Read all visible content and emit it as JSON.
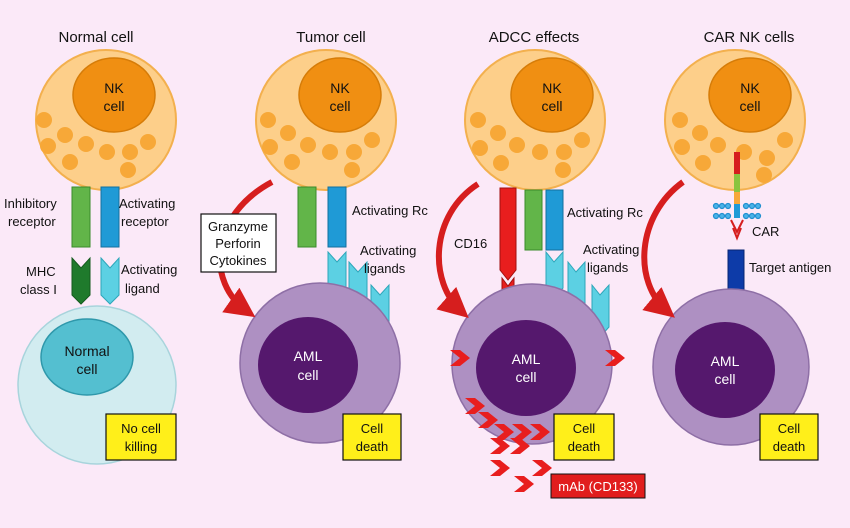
{
  "panels": {
    "normal": {
      "title": "Normal cell",
      "nk_line1": "NK",
      "nk_line2": "cell",
      "inhib_1": "Inhibitory",
      "inhib_2": "receptor",
      "act_1": "Activating",
      "act_2": "receptor",
      "mhc_1": "MHC",
      "mhc_2": "class I",
      "actlig_1": "Activating",
      "actlig_2": "ligand",
      "target_1": "Normal",
      "target_2": "cell",
      "box_1": "No cell",
      "box_2": "killing"
    },
    "tumor": {
      "title": "Tumor cell",
      "nk_line1": "NK",
      "nk_line2": "cell",
      "granzyme_1": "Granzyme",
      "granzyme_2": "Perforin",
      "granzyme_3": "Cytokines",
      "act_rc": "Activating Rc",
      "actlig_1": "Activating",
      "actlig_2": "ligands",
      "target_1": "AML",
      "target_2": "cell",
      "box_1": "Cell",
      "box_2": "death"
    },
    "adcc": {
      "title": "ADCC effects",
      "nk_line1": "NK",
      "nk_line2": "cell",
      "cd16": "CD16",
      "act_rc": "Activating Rc",
      "actlig_1": "Activating",
      "actlig_2": "ligands",
      "target_1": "AML",
      "target_2": "cell",
      "box_1": "Cell",
      "box_2": "death",
      "mab": "mAb (CD133)"
    },
    "car": {
      "title": "CAR NK cells",
      "nk_line1": "NK",
      "nk_line2": "cell",
      "car": "CAR",
      "target_antigen": "Target antigen",
      "target_1": "AML",
      "target_2": "cell",
      "box_1": "Cell",
      "box_2": "death"
    }
  },
  "colors": {
    "background": "#fbe9f8",
    "nk_outer": "#fdcf8a",
    "nk_nucleus": "#f08f12",
    "granule": "#f7a838",
    "normal_outer": "#d2ecf0",
    "normal_nucleus": "#54bfd0",
    "aml_outer": "#ae90c2",
    "aml_nucleus": "#55186d",
    "inhibitory": "#62b549",
    "mhc": "#1f7a2c",
    "activating": "#1f9ad6",
    "ligand": "#5cd0e3",
    "cd16": "#e81e1e",
    "arrow": "#d61e1e",
    "label_box": "#ffef1a",
    "mab_box": "#e11d1d",
    "antigen": "#0d3ba8"
  }
}
